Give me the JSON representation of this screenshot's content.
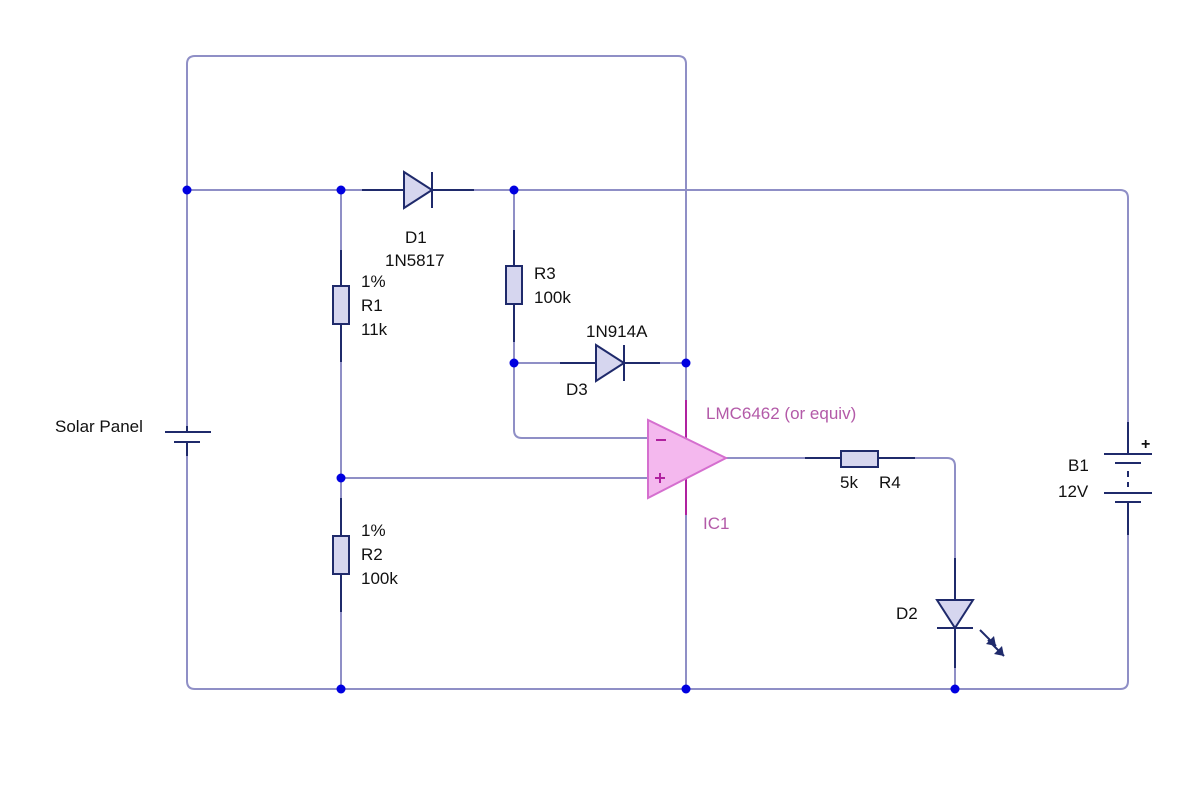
{
  "diagram": {
    "colors": {
      "wire": "#8f8fc6",
      "component_outline": "#1f2a6b",
      "component_fill": "#d6d6ef",
      "junction": "#0000e0",
      "opamp_fill": "#f4b8ee",
      "opamp_label": "#b35aa8"
    },
    "components": {
      "solar_panel": {
        "label": "Solar Panel"
      },
      "d1": {
        "ref": "D1",
        "value": "1N5817"
      },
      "r1": {
        "ref": "R1",
        "value": "11k",
        "tolerance": "1%"
      },
      "r2": {
        "ref": "R2",
        "value": "100k",
        "tolerance": "1%"
      },
      "r3": {
        "ref": "R3",
        "value": "100k"
      },
      "d3": {
        "ref": "D3",
        "value": "1N914A"
      },
      "ic1": {
        "ref": "IC1",
        "value": "LMC6462 (or equiv)",
        "inv": "−",
        "noninv": "+"
      },
      "r4": {
        "ref": "R4",
        "value": "5k"
      },
      "d2": {
        "ref": "D2"
      },
      "b1": {
        "ref": "B1",
        "value": "12V",
        "plus": "+"
      }
    }
  }
}
